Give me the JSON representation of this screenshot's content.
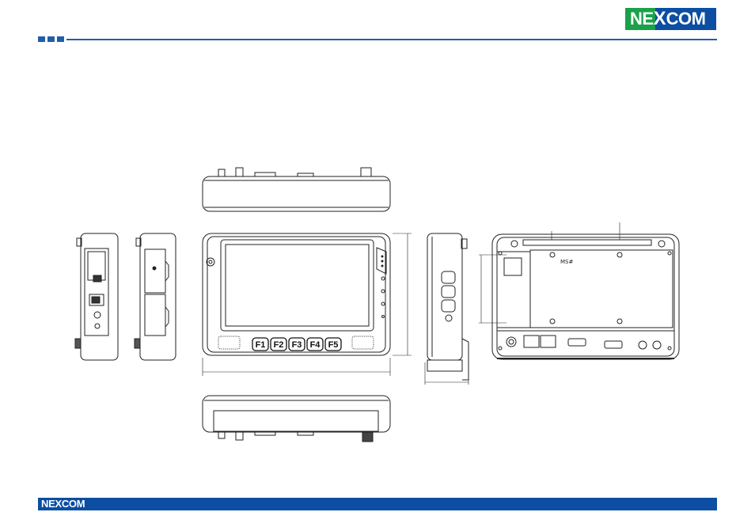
{
  "brand": {
    "logo_text_ne": "NE",
    "logo_text_x": "X",
    "logo_text_com": "COM",
    "footer_text": "NEXCOM",
    "colors": {
      "primary": "#0b4ea2",
      "green": "#1aa14a"
    }
  },
  "drawing": {
    "function_keys": [
      "F1",
      "F2",
      "F3",
      "F4",
      "F5"
    ],
    "rear_label": "MS#"
  }
}
